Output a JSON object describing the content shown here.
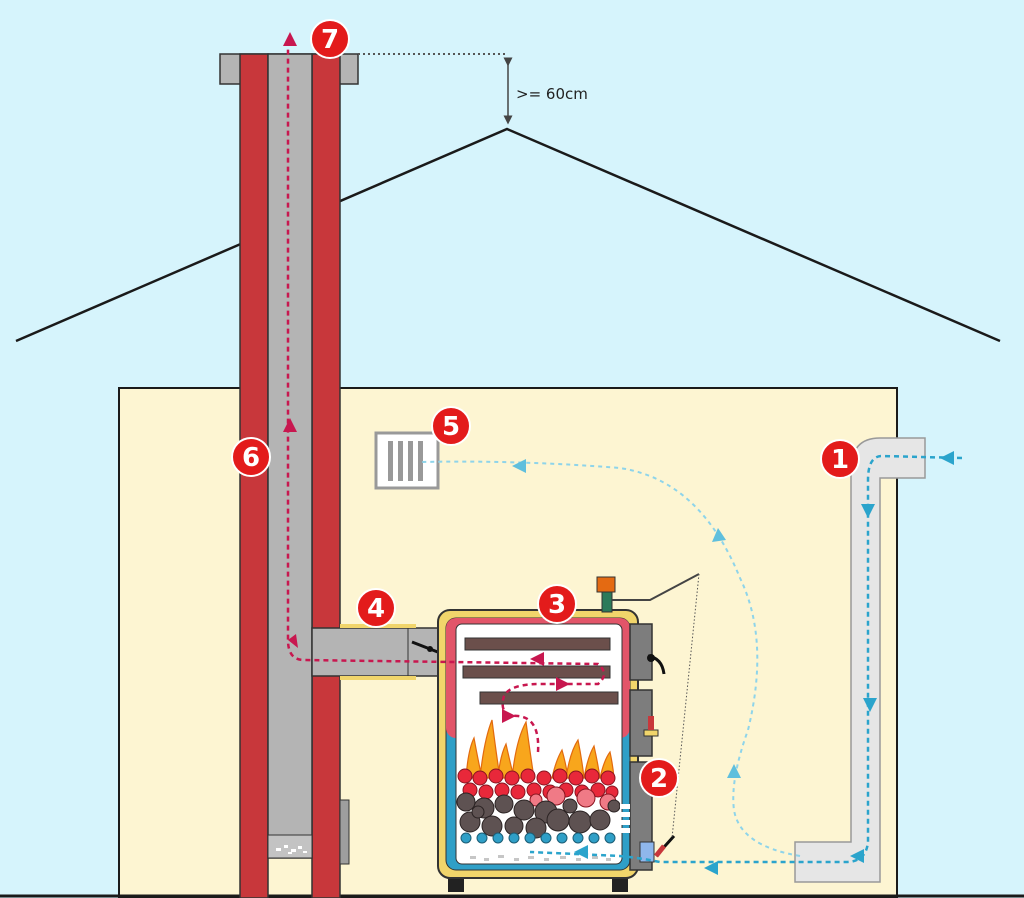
{
  "markers": [
    {
      "id": "1",
      "label": "1"
    },
    {
      "id": "2",
      "label": "2"
    },
    {
      "id": "3",
      "label": "3"
    },
    {
      "id": "4",
      "label": "4"
    },
    {
      "id": "5",
      "label": "5"
    },
    {
      "id": "6",
      "label": "6"
    },
    {
      "id": "7",
      "label": "7"
    }
  ],
  "dimension": {
    "label": ">= 60cm"
  },
  "colors": {
    "sky": "#d6f4fc",
    "wall": "#fdf5d2",
    "brick": "#c8373b",
    "flue": "#b4b4b4",
    "marker": "#e31b1b",
    "flue_gas_arrow": "#c8174f",
    "fresh_air_arrow": "#2ba4cc",
    "warm_air_arrow": "#8ed4ea",
    "boiler_casing": "#f1d56b"
  }
}
